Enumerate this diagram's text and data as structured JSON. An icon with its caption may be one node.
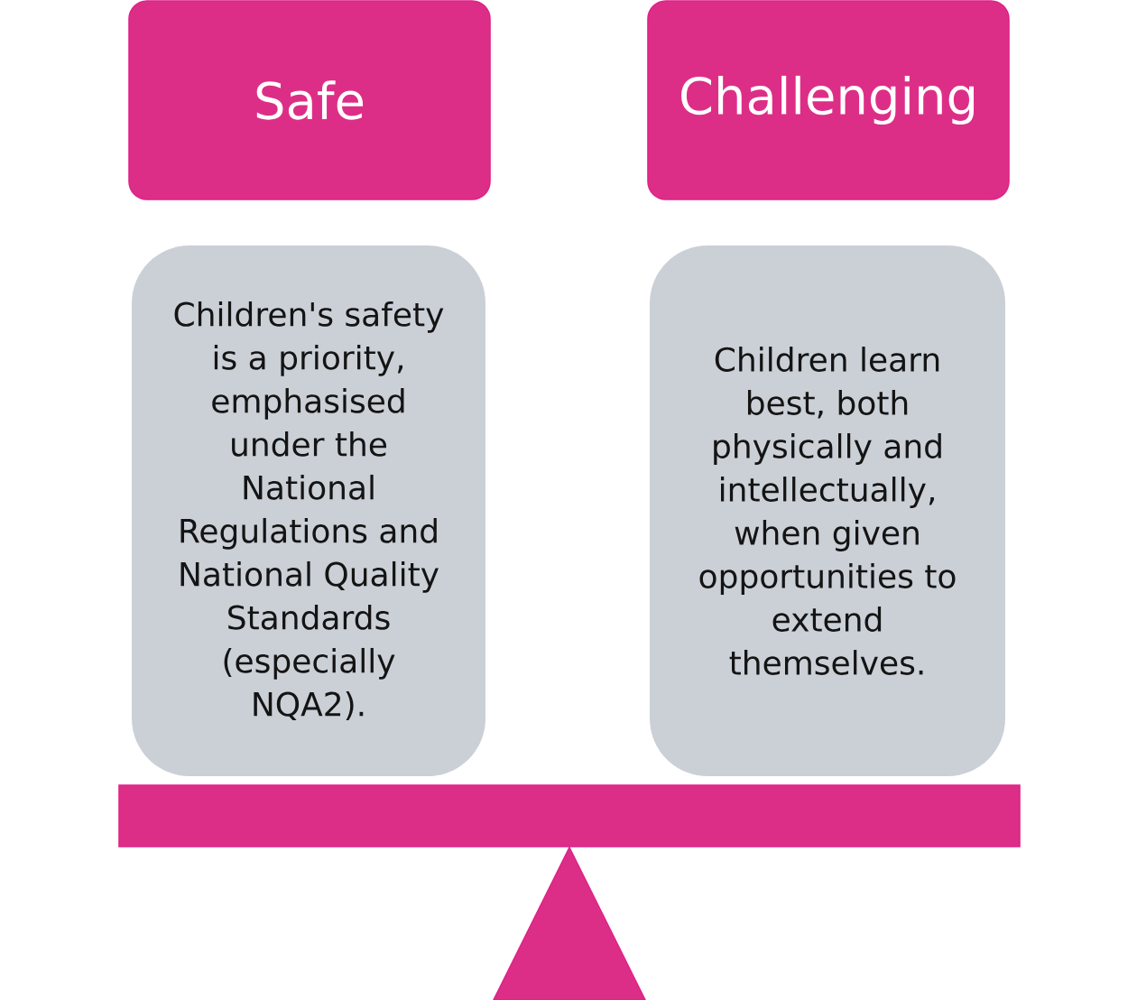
{
  "diagram": {
    "nodes": [
      {
        "text": [
          "Safe"
        ]
      },
      {
        "text": [
          "Challenging"
        ]
      },
      {
        "text": [
          "Children's safety is a priority, emphasised under the National Regulations and National Quality Standards (especially NQA2)."
        ]
      },
      {
        "text": [
          "Children learn best, both physically and intellectually, when given opportunities to extend themselves."
        ]
      },
      {
        "text": [],
        "shape": "bar"
      },
      {
        "text": [],
        "shape": "triangle"
      }
    ]
  }
}
